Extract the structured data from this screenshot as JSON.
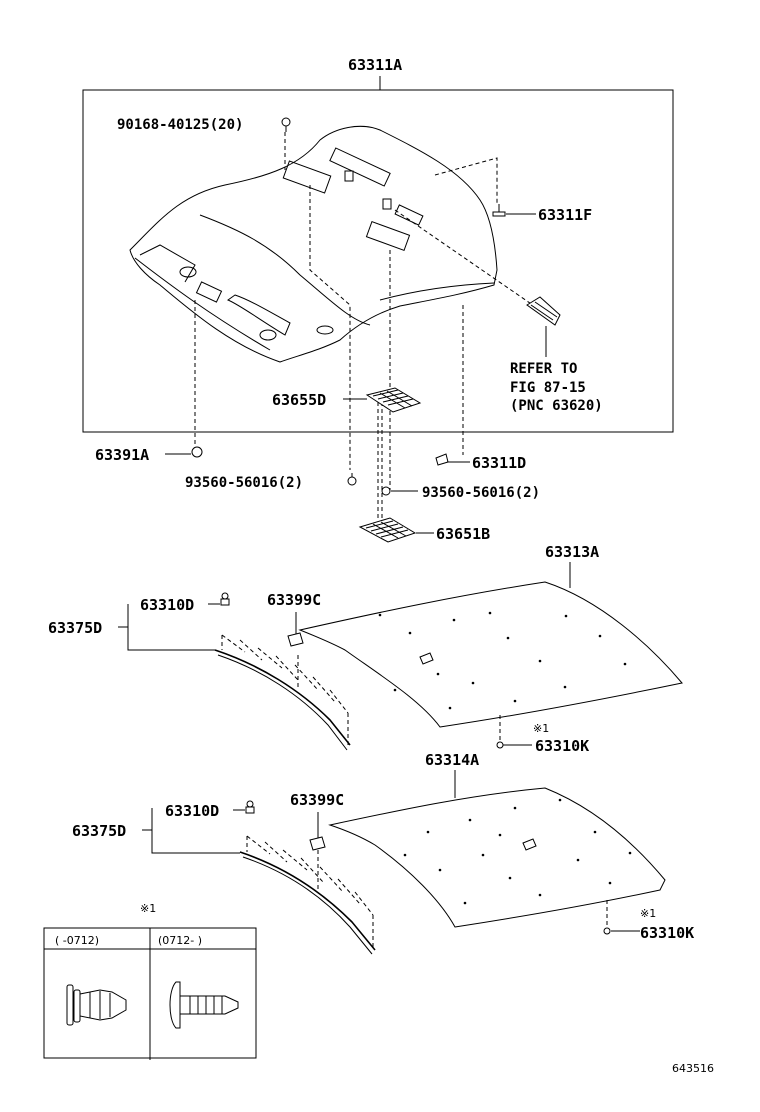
{
  "labels": {
    "p63311A": "63311A",
    "p90168": "90168-40125(20)",
    "p63311F": "63311F",
    "refer1": "REFER TO",
    "refer2": "FIG 87-15",
    "refer3": "(PNC 63620)",
    "p63655D": "63655D",
    "p63391A": "63391A",
    "p63311D": "63311D",
    "p93560a": "93560-56016(2)",
    "p93560b": "93560-56016(2)",
    "p63651B": "63651B",
    "p63313A": "63313A",
    "p63310D_1": "63310D",
    "p63399C_1": "63399C",
    "p63375D_1": "63375D",
    "note1a": "※1",
    "p63310K_1": "63310K",
    "p63314A": "63314A",
    "p63310D_2": "63310D",
    "p63399C_2": "63399C",
    "p63375D_2": "63375D",
    "note1b": "※1",
    "p63310K_2": "63310K",
    "note1c": "※1",
    "tbl_col1": "(    -0712)",
    "tbl_col2": "(0712-     )",
    "fig_no": "643516"
  }
}
